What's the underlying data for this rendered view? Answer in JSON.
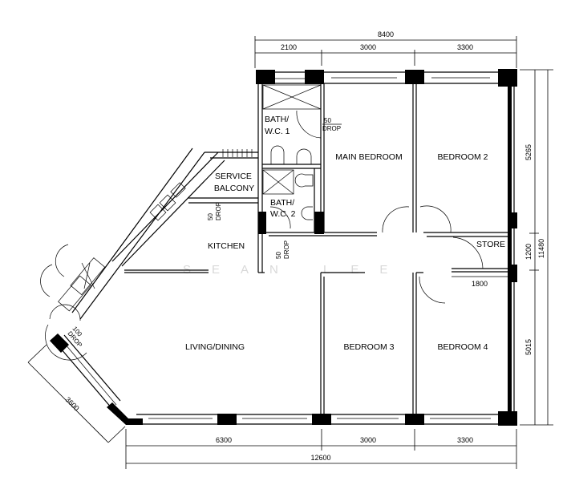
{
  "rooms": {
    "bath1_line1": "BATH/",
    "bath1_line2": "W.C. 1",
    "bath2_line1": "BATH/",
    "bath2_line2": "W.C. 2",
    "main_bedroom": "MAIN BEDROOM",
    "bedroom2": "BEDROOM 2",
    "bedroom3": "BEDROOM 3",
    "bedroom4": "BEDROOM 4",
    "service_line1": "SERVICE",
    "service_line2": "BALCONY",
    "kitchen": "KITCHEN",
    "store": "STORE",
    "living": "LIVING/DINING"
  },
  "drops": {
    "bath1": {
      "value": "50",
      "label": "DROP"
    },
    "balcony": {
      "value": "50",
      "label": "DROP"
    },
    "bath2": {
      "value": "50",
      "label": "DROP"
    },
    "living": {
      "value": "100",
      "label": "DROP"
    }
  },
  "dimensions": {
    "top_total": "8400",
    "top_1": "2100",
    "top_2": "3000",
    "top_3": "3300",
    "right_1": "5265",
    "right_2": "1200",
    "right_3": "5015",
    "right_total": "11480",
    "bottom_1": "6300",
    "bottom_2": "3000",
    "bottom_3": "3300",
    "bottom_total": "12600",
    "diagonal": "3600",
    "store_width": "1800"
  },
  "watermark": "SEAN LEE"
}
